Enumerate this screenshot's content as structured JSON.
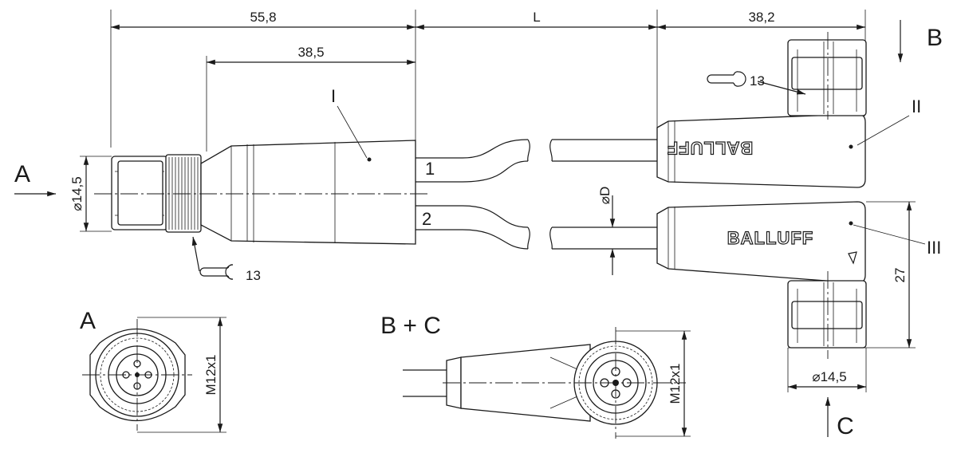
{
  "dimensions": {
    "top_left": "55,8",
    "top_middle": "L",
    "top_right": "38,2",
    "inner_left": "38,5",
    "dia_left": "⌀14,5",
    "dia_cable": "⌀D",
    "height_right": "27",
    "dia_bottom": "⌀14,5",
    "thread_a": "M12x1",
    "thread_bc": "M12x1",
    "wrench_left": "13",
    "wrench_right": "13"
  },
  "labels": {
    "view_a_arrow": "A",
    "view_b_arrow": "B",
    "view_c_arrow": "C",
    "view_a_detail": "A",
    "view_bc_detail": "B + C",
    "cable_1": "1",
    "cable_2": "2",
    "ref_i": "I",
    "ref_ii": "II",
    "ref_iii": "III"
  },
  "brand": {
    "logo_upper": "BALLUFF",
    "logo_lower": "BALLUFF"
  }
}
